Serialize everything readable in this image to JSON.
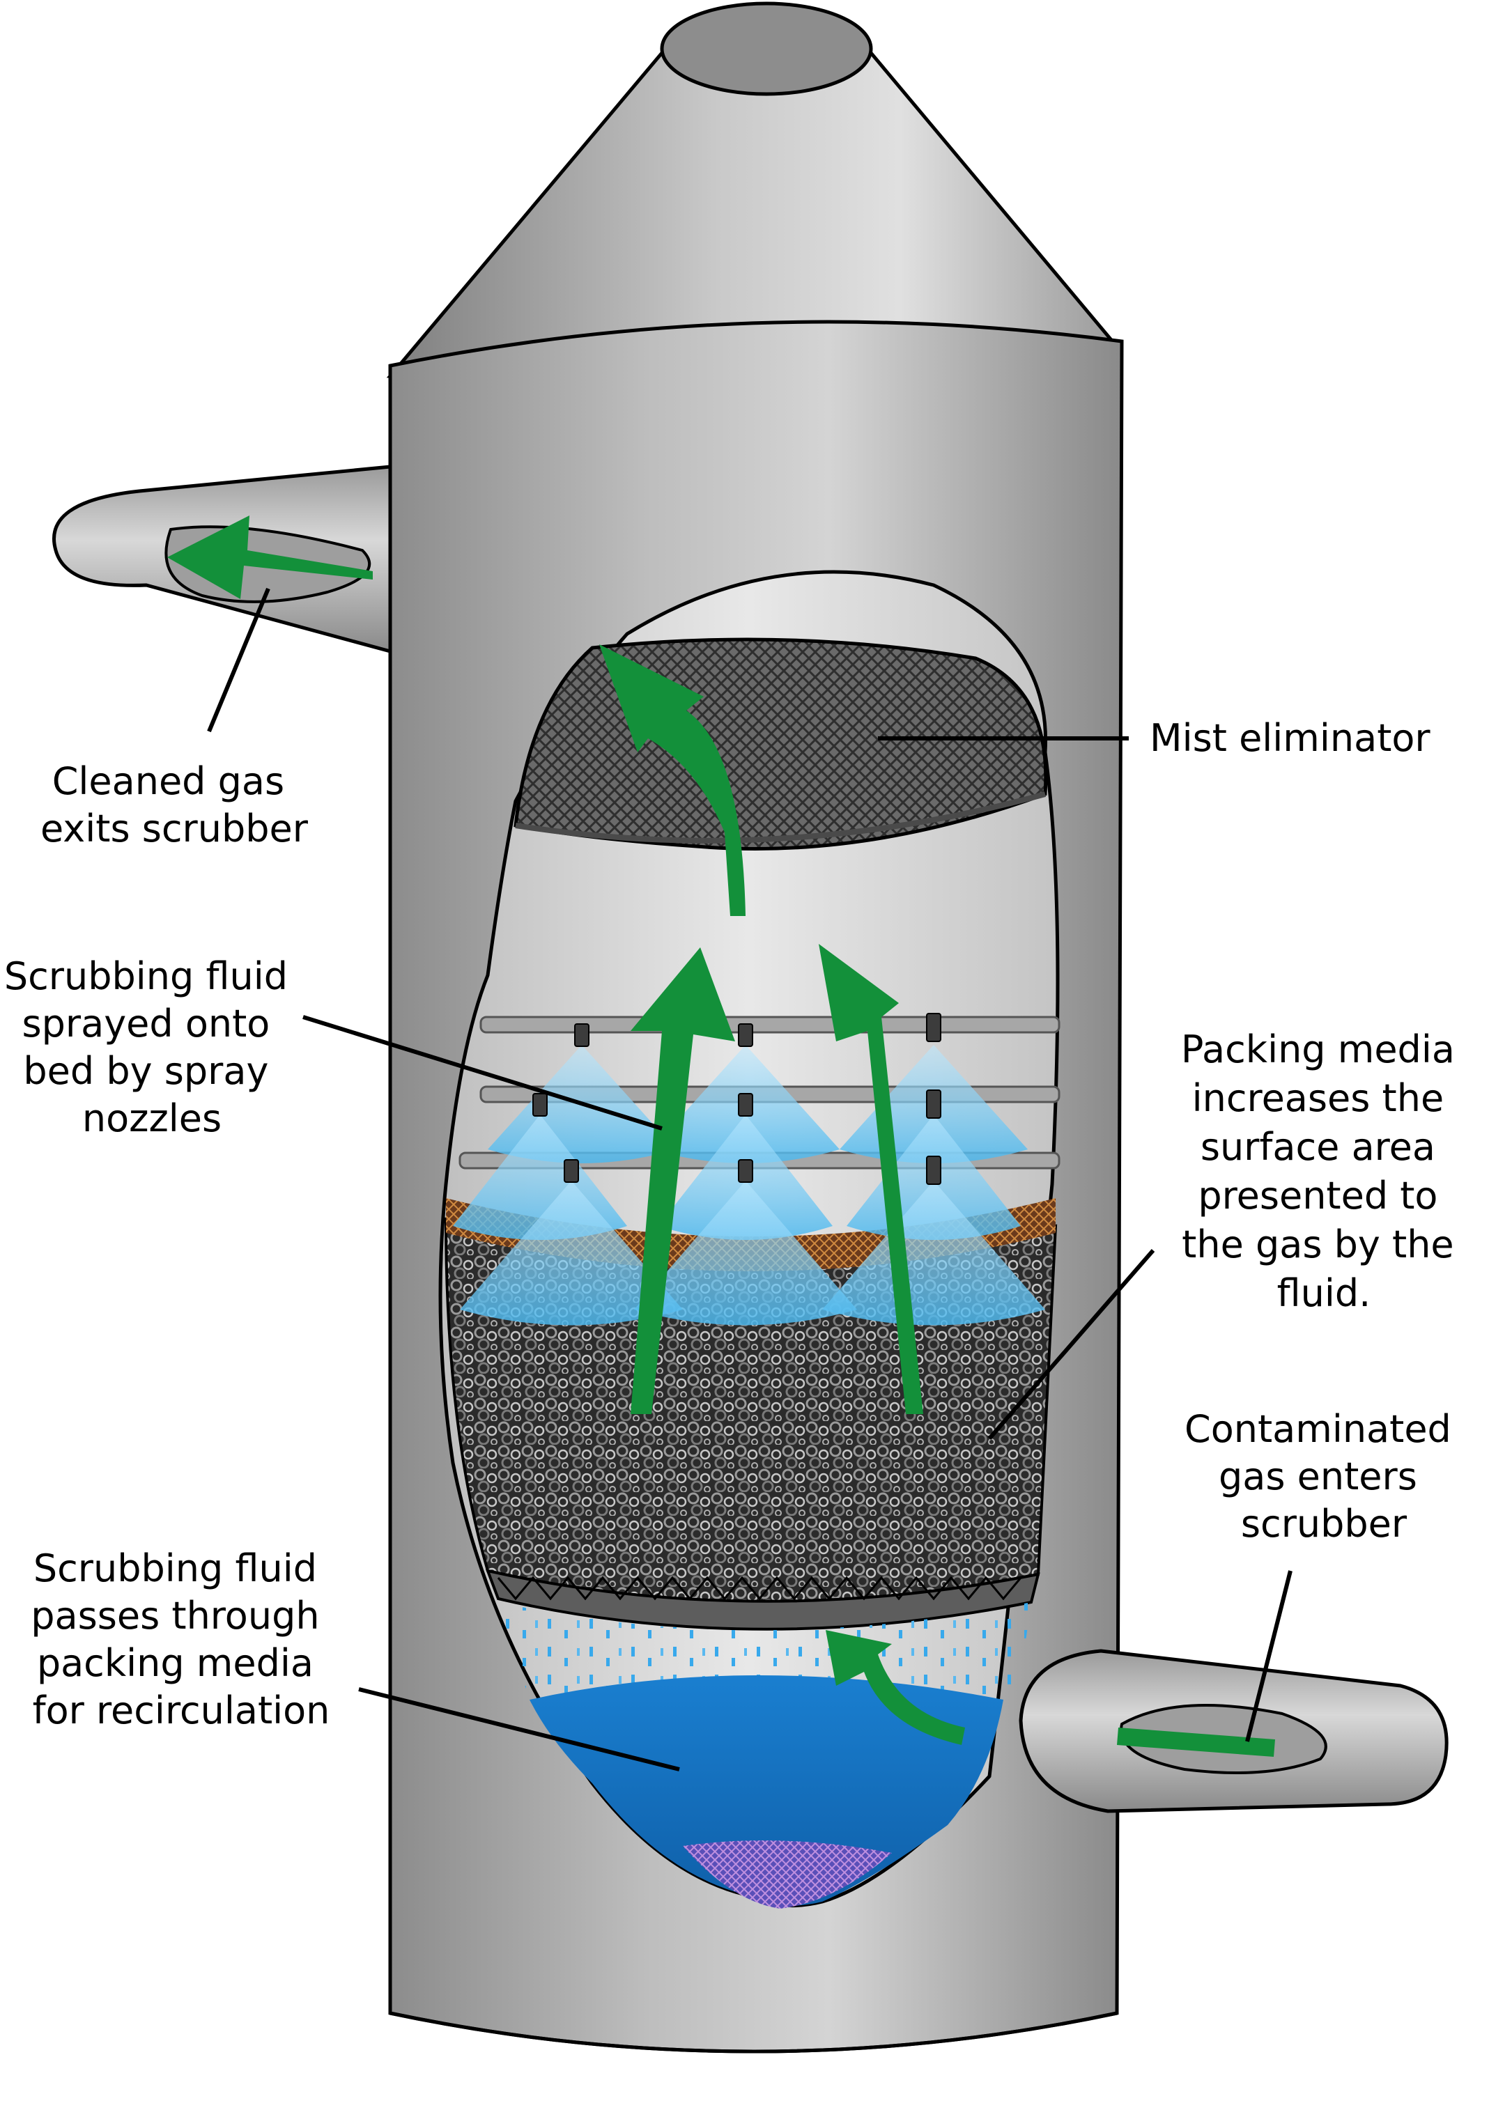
{
  "labels": {
    "cleaned_gas": [
      "Cleaned gas",
      "exits scrubber"
    ],
    "mist_eliminator": [
      "Mist eliminator"
    ],
    "spray": [
      "Scrubbing fluid",
      "sprayed onto",
      "bed by spray",
      "nozzles"
    ],
    "packing": [
      "Packing media",
      "increases the",
      "surface area",
      "presented to",
      "the gas by the",
      "fluid."
    ],
    "contaminated_gas": [
      "Contaminated",
      "gas enters",
      "scrubber"
    ],
    "recirculation": [
      "Scrubbing fluid",
      "passes through",
      "packing media",
      "for recirculation"
    ]
  },
  "colors": {
    "vessel_metal": "#b3b3b3",
    "vessel_outline": "#000000",
    "gas_flow_arrow": "#13903a",
    "spray_cone": "#7fd0f5",
    "scrubbing_fluid": "#1470bd",
    "packing_media": "#3a3a3a"
  },
  "icons": {
    "gas_flow": "up-arrow-icon",
    "nozzle": "spray-nozzle-icon"
  }
}
